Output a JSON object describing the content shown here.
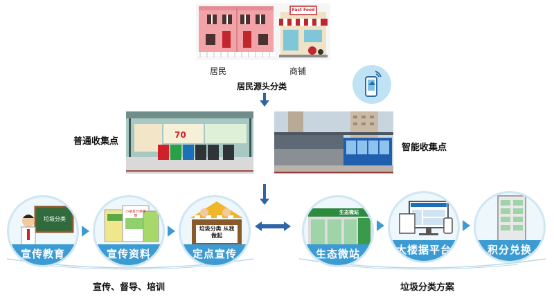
{
  "top": {
    "resident_label": "居民",
    "shop_label": "商铺",
    "shop_sign": "Fast Food",
    "source_sort_label": "居民源头分类"
  },
  "collection": {
    "normal_label": "普通收集点",
    "smart_label": "智能收集点"
  },
  "left_group": {
    "items": [
      {
        "label": "宣传教育",
        "board_text": "垃圾分类"
      },
      {
        "label": "宣传资料",
        "booklet_text": "小朋友分类手册"
      },
      {
        "label": "定点宣传",
        "sign_text": "垃圾分类 从我做起"
      }
    ],
    "caption": "宣传、督导、培训"
  },
  "right_group": {
    "items": [
      {
        "label": "生态微站",
        "store_sign": "生态微站"
      },
      {
        "label": "大楼据平台"
      },
      {
        "label": "积分兑换"
      }
    ],
    "caption": "垃圾分类方案"
  },
  "colors": {
    "accent": "#3c9bd3",
    "arrow": "#2c66a6",
    "red_line": "#8b1a1a"
  }
}
